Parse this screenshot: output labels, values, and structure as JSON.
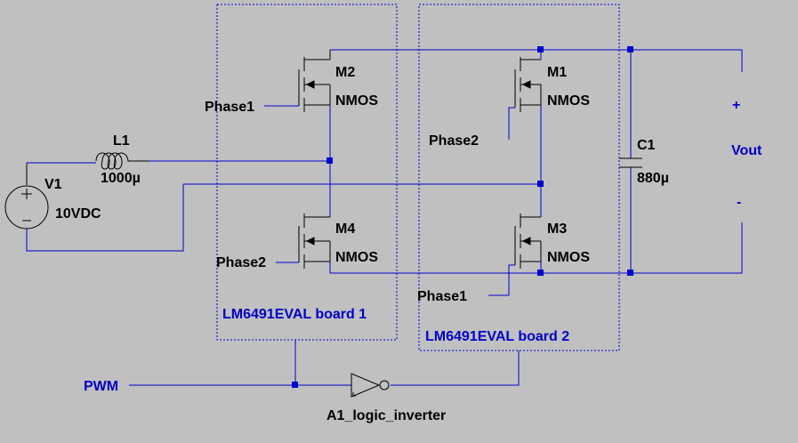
{
  "components": {
    "V1": {
      "name": "V1",
      "value": "10VDC"
    },
    "L1": {
      "name": "L1",
      "value": "1000µ"
    },
    "C1": {
      "name": "C1",
      "value": "880µ"
    },
    "M1": {
      "name": "M1",
      "model": "NMOS",
      "gate": "Phase2"
    },
    "M2": {
      "name": "M2",
      "model": "NMOS",
      "gate": "Phase1"
    },
    "M3": {
      "name": "M3",
      "model": "NMOS",
      "gate": "Phase1"
    },
    "M4": {
      "name": "M4",
      "model": "NMOS",
      "gate": "Phase2"
    },
    "A1": {
      "name": "A1_logic_inverter"
    }
  },
  "nets": {
    "pwm": "PWM",
    "vout": "Vout",
    "plus": "+",
    "minus": "-"
  },
  "boards": {
    "board1": "LM6491EVAL board 1",
    "board2": "LM6491EVAL board 2"
  },
  "colors": {
    "background": "#c0c0c0",
    "wire": "#0000cc",
    "component": "#000000",
    "net_label": "#0000cc"
  }
}
